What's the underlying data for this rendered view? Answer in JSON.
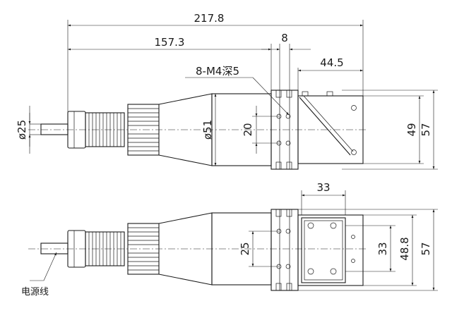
{
  "diagram": {
    "dimensions": {
      "overall_length": "217.8",
      "body_length": "157.3",
      "flange_width": "8",
      "head_length": "44.5",
      "screw_note": "8-M4深5",
      "cable_dia": "ø25",
      "cone_dia": "ø51",
      "hole_spacing_top": "20",
      "head_height_inner": "49",
      "head_height_outer_top": "57",
      "plate_width": "33",
      "hole_spacing_bottom": "25",
      "plate_height": "33",
      "head_height_inner_bottom": "48.8",
      "head_height_outer_bottom": "57"
    },
    "labels": {
      "cable": "电源线"
    }
  }
}
